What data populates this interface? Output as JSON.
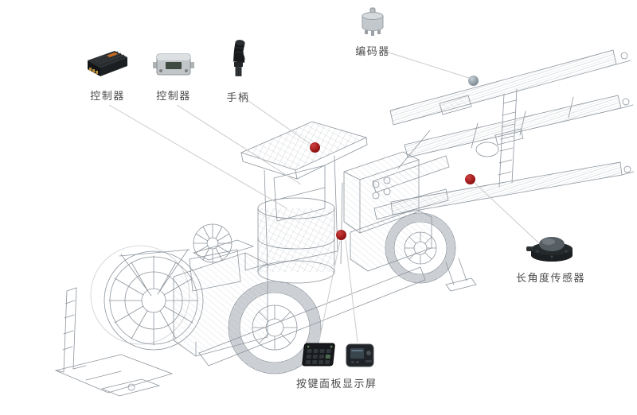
{
  "colors": {
    "marker_red": "#8e0f0f",
    "marker_gray": "#8d99a2",
    "leader_line": "#cbcbcb",
    "wireframe": "#8d959d",
    "label_text": "#4c4c4c"
  },
  "components": [
    {
      "id": "controller-1",
      "label": "控制器"
    },
    {
      "id": "controller-2",
      "label": "控制器"
    },
    {
      "id": "handle",
      "label": "手柄"
    },
    {
      "id": "encoder",
      "label": "编码器"
    },
    {
      "id": "long-angle-sensor",
      "label": "长角度传感器"
    },
    {
      "id": "keypad-panel",
      "label": "按键面板"
    },
    {
      "id": "display-screen",
      "label": "显示屏"
    }
  ]
}
